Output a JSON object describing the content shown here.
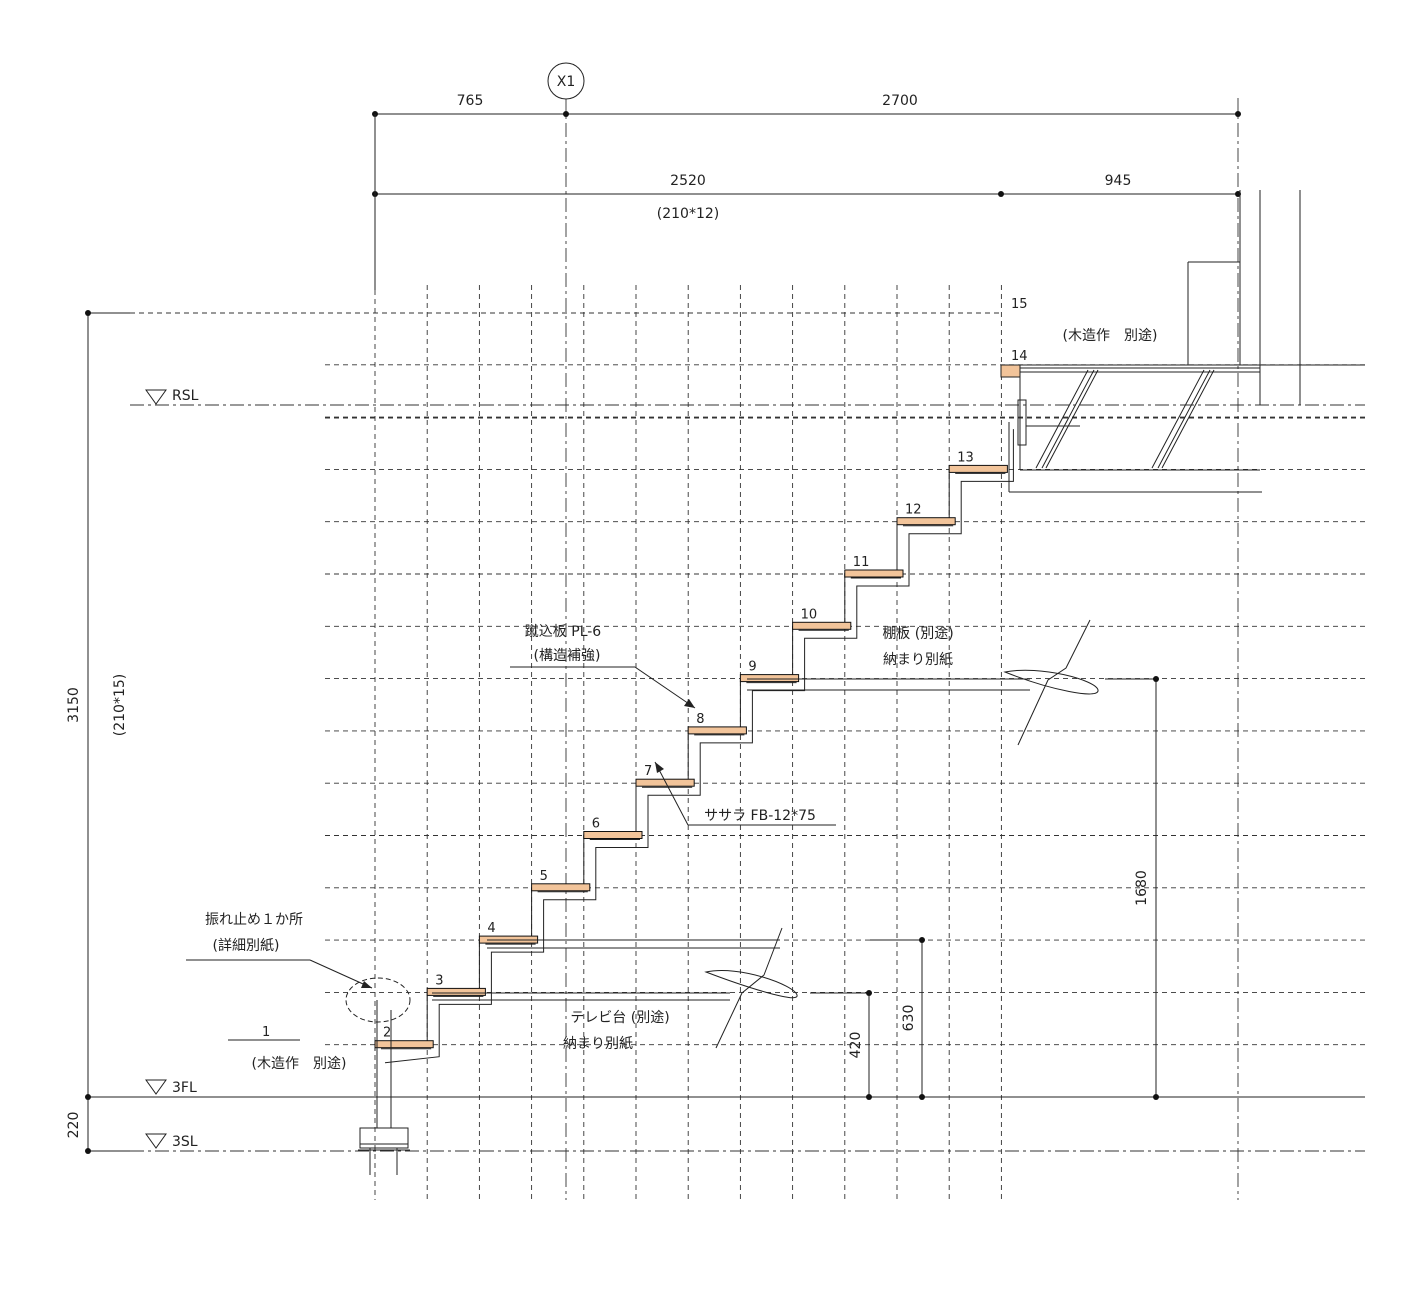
{
  "axis_bubble": "X1",
  "dimensions": {
    "top_left": "765",
    "top_right": "2700",
    "mid_left": "2520",
    "mid_left_sub": "(210*12)",
    "mid_right": "945",
    "height_total": "3150",
    "height_sub": "(210*15)",
    "height_slab": "220",
    "h420": "420",
    "h630": "630",
    "h1680": "1680"
  },
  "levels": {
    "rsl": "RSL",
    "fl3": "3FL",
    "sl3": "3SL"
  },
  "steps": [
    "1",
    "2",
    "3",
    "4",
    "5",
    "6",
    "7",
    "8",
    "9",
    "10",
    "11",
    "12",
    "13",
    "14",
    "15"
  ],
  "notes": {
    "wood_top": "(木造作　別途)",
    "wood_bottom": "(木造作　別途)",
    "riser_1": "蹴込板 PL-6",
    "riser_2": "(構造補強)",
    "shelf_1": "棚板 (別途)",
    "shelf_2": "納まり別紙",
    "stringer": "ササラ FB-12*75",
    "brace_1": "振れ止め１か所",
    "brace_2": "(詳細別紙)",
    "tv_1": "テレビ台 (別途)",
    "tv_2": "納まり別紙"
  },
  "colors": {
    "tread": "#f2c49a",
    "line": "#222222"
  }
}
